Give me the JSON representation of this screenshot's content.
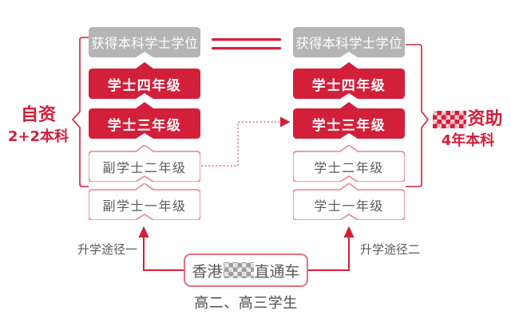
{
  "colors": {
    "accent_red": "#d2203a",
    "pink_line": "#e5808d",
    "gray_box": "#b5b5b6",
    "dark_text": "#595a5c"
  },
  "left_column": {
    "bracket_label": {
      "line1": "自资",
      "line2": "2+2本科"
    },
    "boxes": [
      {
        "label": "获得本科学士学位",
        "style": "gray"
      },
      {
        "label": "学士四年级",
        "style": "red"
      },
      {
        "label": "学士三年级",
        "style": "red"
      },
      {
        "label": "副学士二年级",
        "style": "white"
      },
      {
        "label": "副学士一年级",
        "style": "white"
      }
    ]
  },
  "right_column": {
    "bracket_label": {
      "line1_censored_block": true,
      "line1_suffix": "资助",
      "line2": "4年本科"
    },
    "boxes": [
      {
        "label": "获得本科学士学位",
        "style": "gray"
      },
      {
        "label": "学士四年级",
        "style": "red"
      },
      {
        "label": "学士三年级",
        "style": "red"
      },
      {
        "label": "学士二年级",
        "style": "white"
      },
      {
        "label": "学士一年级",
        "style": "white"
      }
    ]
  },
  "pathways": {
    "left": "升学途径一",
    "right": "升学途径二"
  },
  "bottom": {
    "box": {
      "prefix": "香港",
      "censored_middle": true,
      "suffix": "直通车"
    },
    "caption": "高二、高三学生"
  }
}
